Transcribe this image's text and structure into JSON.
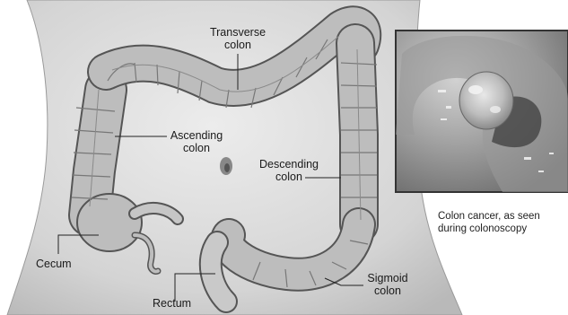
{
  "labels": {
    "transverse": {
      "line1": "Transverse",
      "line2": "colon"
    },
    "ascending": {
      "line1": "Ascending",
      "line2": "colon"
    },
    "descending": {
      "line1": "Descending",
      "line2": "colon"
    },
    "cecum": "Cecum",
    "rectum": "Rectum",
    "sigmoid": {
      "line1": "Sigmoid",
      "line2": "colon"
    }
  },
  "inset_caption": {
    "line1": "Colon cancer, as seen",
    "line2": "during colonoscopy"
  },
  "colors": {
    "skin": "#d9d9d9",
    "colon": "#b8b8b8",
    "outline": "#555555",
    "inset_bg": "#8c8c8c"
  }
}
